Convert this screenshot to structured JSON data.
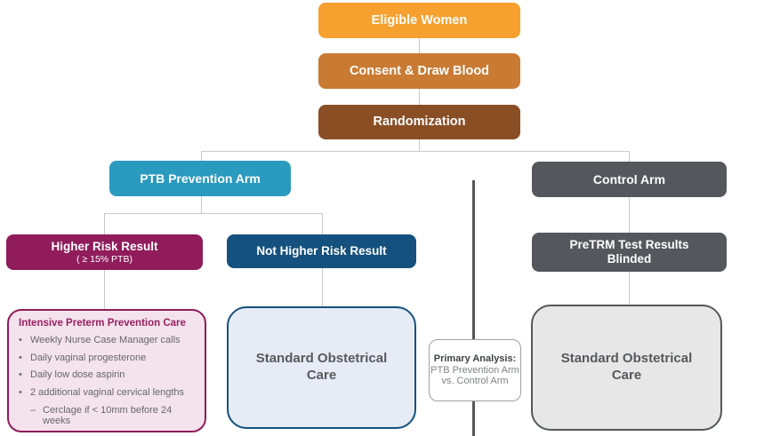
{
  "flowchart": {
    "nodes": {
      "eligible_women": {
        "label": "Eligible Women"
      },
      "consent": {
        "label": "Consent & Draw Blood"
      },
      "randomization": {
        "label": "Randomization"
      },
      "ptb_arm": {
        "label": "PTB Prevention Arm"
      },
      "control_arm": {
        "label": "Control Arm"
      },
      "higher_risk": {
        "label": "Higher Risk Result",
        "sublabel": "( ≥ 15% PTB)"
      },
      "not_higher_risk": {
        "label": "Not Higher Risk Result"
      },
      "pretrm_blinded": {
        "label": "PreTRM Test Results Blinded"
      },
      "intensive_care": {
        "title": "Intensive Preterm Prevention Care",
        "bullet_glyph": "•",
        "bullets": [
          "Weekly Nurse Case Manager calls",
          "Daily vaginal progesterone",
          "Daily low dose aspirin",
          "2 additional vaginal cervical lengths"
        ],
        "sub_bullet_glyph": "–",
        "sub_bullet": "Cerclage if < 10mm before 24 weeks"
      },
      "soc_left": {
        "label": "Standard Obstetrical Care"
      },
      "soc_right": {
        "label": "Standard Obstetrical Care"
      },
      "primary_analysis": {
        "title": "Primary Analysis:",
        "body": "PTB Prevention Arm vs. Control Arm"
      }
    },
    "colors": {
      "orange": "#f5a02f",
      "dark_orange": "#c97a33",
      "brown": "#8a4e25",
      "teal": "#2a9abf",
      "dark_gray": "#54575b",
      "maroon": "#901c5c",
      "dark_blue": "#15517e",
      "pink_bg": "#f4e3ed",
      "blue_bg": "#e6ebf5",
      "gray_bg": "#e7e7e7",
      "connector_gray": "#c9c9c9"
    }
  }
}
